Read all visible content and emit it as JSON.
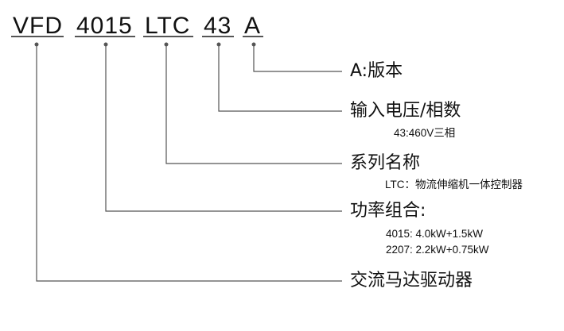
{
  "code_segments": [
    {
      "text": "VFD"
    },
    {
      "text": "4015"
    },
    {
      "text": "LTC"
    },
    {
      "text": "43"
    },
    {
      "text": "A"
    }
  ],
  "labels": [
    {
      "title": "A:版本",
      "notes": []
    },
    {
      "title": "输入电压/相数",
      "notes": [
        "43:460V三相"
      ]
    },
    {
      "title": "系列名称",
      "notes": [
        "LTC：物流伸缩机一体控制器"
      ]
    },
    {
      "title": "功率组合:",
      "notes": [
        "4015: 4.0kW+1.5kW",
        "2207: 2.2kW+0.75kW"
      ]
    },
    {
      "title": "交流马达驱动器",
      "notes": []
    }
  ]
}
